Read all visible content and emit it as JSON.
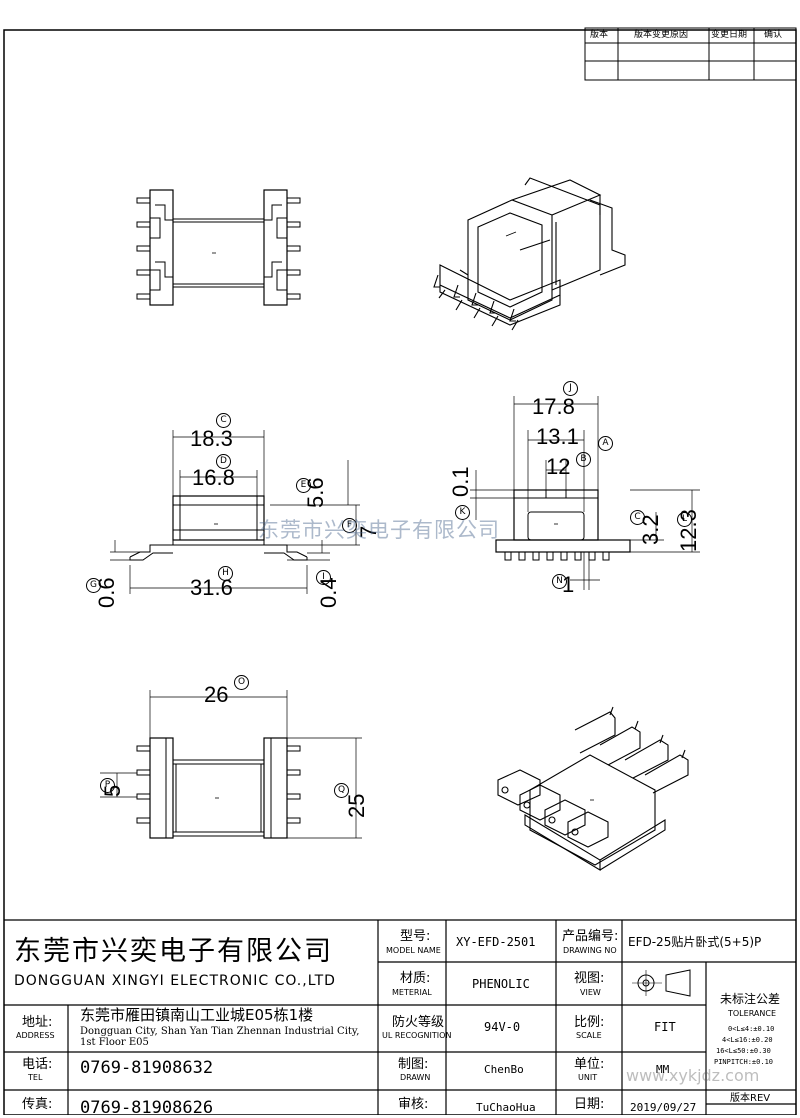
{
  "revision_table": {
    "headers": [
      "版本",
      "版本变更原因",
      "变更日期",
      "确认"
    ]
  },
  "dimensions": {
    "d_17_8": "17.8",
    "d_13_1": "13.1",
    "d_12": "12",
    "d_0_1": "0.1",
    "d_3_2": "3.2",
    "d_12_3": "12.3",
    "d_1": "1",
    "d_18_3": "18.3",
    "d_16_8": "16.8",
    "d_5_6": "5.6",
    "d_7": "7",
    "d_0_6": "0.6",
    "d_31_6": "31.6",
    "d_0_4": "0.4",
    "d_26": "26",
    "d_5": "5",
    "d_25": "25"
  },
  "callouts": {
    "A": "A",
    "B": "B",
    "C": "C",
    "D": "D",
    "E": "E",
    "F": "F",
    "G": "G",
    "H": "H",
    "I": "I",
    "J": "J",
    "K": "K",
    "L": "L",
    "N": "N",
    "O": "O",
    "P": "P",
    "Q": "Q"
  },
  "watermark_center": "东莞市兴奕电子有限公司",
  "watermark_url": "www.xykjdz.com",
  "company": {
    "name_cn": "东莞市兴奕电子有限公司",
    "name_en": "DONGGUAN XINGYI ELECTRONIC CO.,LTD",
    "address_label_cn": "地址:",
    "address_label_en": "ADDRESS",
    "address_cn": "东莞市雁田镇南山工业城E05栋1楼",
    "address_en_1": "Dongguan City, Shan Yan Tian Zhennan Industrial City,",
    "address_en_2": "1st Floor E05",
    "tel_label_cn": "电话:",
    "tel_label_en": "TEL",
    "tel": "0769-81908632",
    "fax_label_cn": "传真:",
    "fax": "0769-81908626"
  },
  "title_block": {
    "model_label_cn": "型号:",
    "model_label_en": "MODEL NAME",
    "model": "XY-EFD-2501",
    "drawing_no_label_cn": "产品编号:",
    "drawing_no_label_en": "DRAWING NO",
    "drawing_no": "EFD-25贴片卧式(5+5)P",
    "material_label_cn": "材质:",
    "material_label_en": "METERIAL",
    "material": "PHENOLIC",
    "view_label_cn": "视图:",
    "view_label_en": "VIEW",
    "ul_label_cn": "防火等级",
    "ul_label_en": "UL RECOGNITION",
    "ul": "94V-0",
    "scale_label_cn": "比例:",
    "scale_label_en": "SCALE",
    "scale": "FIT",
    "drawn_label_cn": "制图:",
    "drawn_label_en": "DRAWN",
    "drawn": "ChenBo",
    "unit_label_cn": "单位:",
    "unit_label_en": "UNIT",
    "unit": "MM",
    "check_label_cn": "审核:",
    "check": "TuChaoHua",
    "date_label_cn": "日期:",
    "date": "2019/09/27",
    "rev_label": "版本REV"
  },
  "tolerance": {
    "title_cn": "未标注公差",
    "title_en": "TOLERANCE",
    "rows": [
      "0<L≤4:±0.10",
      "4<L≤16:±0.20",
      "16<L≤50:±0.30",
      "PINPITCH:±0.10"
    ]
  }
}
